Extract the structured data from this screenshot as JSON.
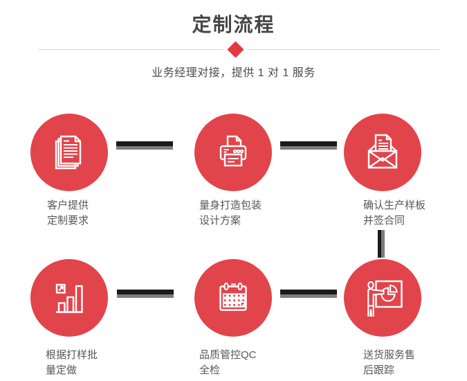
{
  "page": {
    "title": "定制流程",
    "subtitle": "业务经理对接，提供 1 对 1 服务"
  },
  "colors": {
    "circle_red": "#e2444b",
    "diamond_red": "#e23a42",
    "connector_dark": "#1a1a1a",
    "connector_gray": "#7d7d7d",
    "title_color": "#474747",
    "subtitle_color": "#4b4b4b",
    "label_color": "#575757",
    "divider_color": "#d5d5d5",
    "page_bg": "#ffffff"
  },
  "steps": [
    {
      "icon": "documents-icon",
      "line1": "客户提供",
      "line2": "定制要求"
    },
    {
      "icon": "printer-icon",
      "line1": "量身打造包装",
      "line2": "设计方案"
    },
    {
      "icon": "envelope-icon",
      "line1": "确认生产样板",
      "line2": "并签合同"
    },
    {
      "icon": "bar-chart-icon",
      "line1": "根据打样批",
      "line2": "量定做"
    },
    {
      "icon": "calendar-icon",
      "line1": "品质管控QC",
      "line2": "全检"
    },
    {
      "icon": "presenter-icon",
      "line1": "送货服务售",
      "line2": "后跟踪"
    }
  ]
}
